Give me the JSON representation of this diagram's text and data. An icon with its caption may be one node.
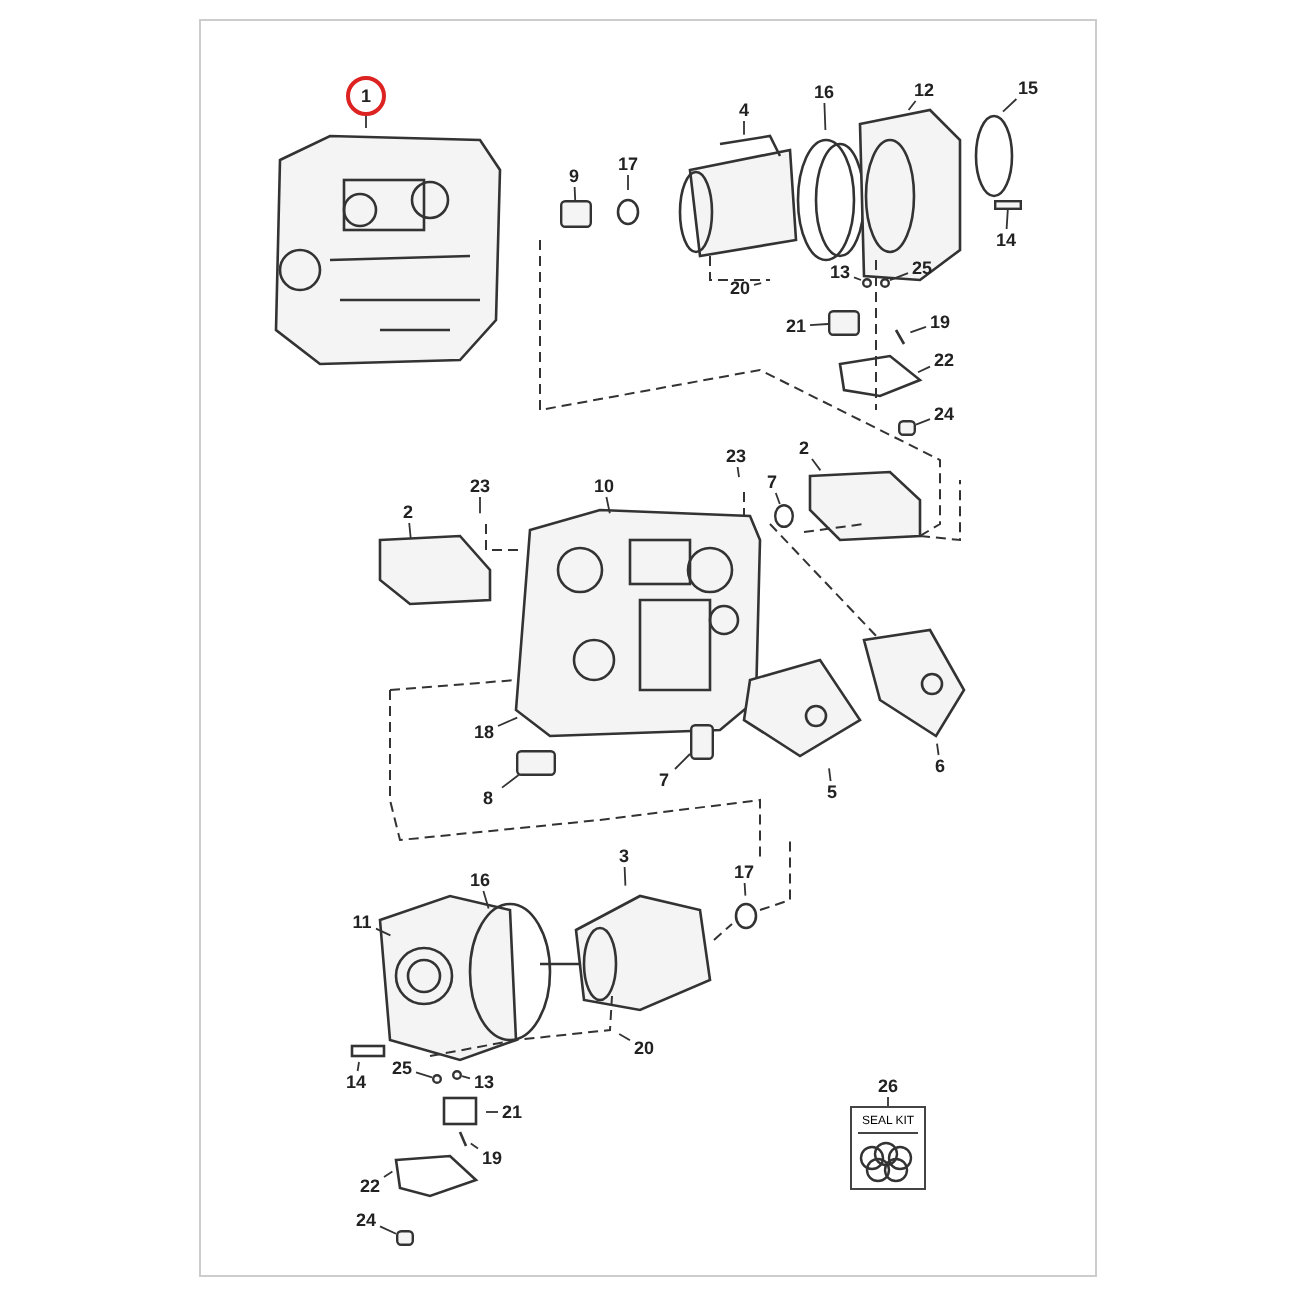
{
  "diagram": {
    "nodes": [
      {
        "text": [
          "1"
        ]
      },
      {
        "text": [
          "16"
        ]
      },
      {
        "text": [
          "12"
        ]
      },
      {
        "text": [
          "15"
        ]
      },
      {
        "text": [
          "4"
        ]
      },
      {
        "text": [
          "9"
        ]
      },
      {
        "text": [
          "17"
        ]
      },
      {
        "text": [
          "14"
        ]
      },
      {
        "text": [
          "13"
        ]
      },
      {
        "text": [
          "25"
        ]
      },
      {
        "text": [
          "20"
        ]
      },
      {
        "text": [
          "21"
        ]
      },
      {
        "text": [
          "19"
        ]
      },
      {
        "text": [
          "22"
        ]
      },
      {
        "text": [
          "24"
        ]
      },
      {
        "text": [
          "23"
        ]
      },
      {
        "text": [
          "10"
        ]
      },
      {
        "text": [
          "23"
        ]
      },
      {
        "text": [
          "2"
        ]
      },
      {
        "text": [
          "7"
        ]
      },
      {
        "text": [
          "2"
        ]
      },
      {
        "text": [
          "18"
        ]
      },
      {
        "text": [
          "7"
        ]
      },
      {
        "text": [
          "8"
        ]
      },
      {
        "text": [
          "5"
        ]
      },
      {
        "text": [
          "6"
        ]
      },
      {
        "text": [
          "3"
        ]
      },
      {
        "text": [
          "16"
        ]
      },
      {
        "text": [
          "17"
        ]
      },
      {
        "text": [
          "11"
        ]
      },
      {
        "text": [
          "20"
        ]
      },
      {
        "text": [
          "14"
        ]
      },
      {
        "text": [
          "25"
        ]
      },
      {
        "text": [
          "13"
        ]
      },
      {
        "text": [
          "21"
        ]
      },
      {
        "text": [
          "19"
        ]
      },
      {
        "text": [
          "22"
        ]
      },
      {
        "text": [
          "24"
        ]
      },
      {
        "text": [
          "26"
        ]
      },
      {
        "text": [
          "SEAL KIT"
        ]
      },
      {
        "text": [],
        "shape": "box"
      },
      {
        "text": [],
        "shape": "bar"
      },
      {
        "text": [],
        "shape": "circle"
      },
      {
        "text": [],
        "shape": "circle"
      },
      {
        "text": [],
        "shape": "box"
      },
      {
        "text": [],
        "shape": "box"
      },
      {
        "text": [],
        "shape": "circle"
      },
      {
        "text": [],
        "shape": "box"
      },
      {
        "text": [],
        "shape": "box"
      },
      {
        "text": [],
        "shape": "circle"
      },
      {
        "text": [],
        "shape": "circle"
      },
      {
        "text": [],
        "shape": "box"
      }
    ],
    "edges": [
      {
        "from": 0,
        "to": null,
        "arrow": "none"
      },
      {
        "from": 1,
        "to": null,
        "arrow": "none"
      },
      {
        "from": 2,
        "to": null,
        "arrow": "none"
      },
      {
        "from": 3,
        "to": null,
        "arrow": "none"
      },
      {
        "from": 4,
        "to": null,
        "arrow": "none"
      },
      {
        "from": 5,
        "to": 40,
        "arrow": "none"
      },
      {
        "from": 6,
        "to": null,
        "arrow": "none"
      },
      {
        "from": 7,
        "to": 41,
        "arrow": "none"
      },
      {
        "from": 8,
        "to": 42,
        "arrow": "none"
      },
      {
        "from": 9,
        "to": 43,
        "arrow": "none"
      },
      {
        "from": 10,
        "to": null,
        "arrow": "none"
      },
      {
        "from": 11,
        "to": 44,
        "arrow": "none"
      },
      {
        "from": 12,
        "to": null,
        "arrow": "none"
      },
      {
        "from": 13,
        "to": null,
        "arrow": "none"
      },
      {
        "from": 14,
        "to": 45,
        "arrow": "none"
      },
      {
        "from": 15,
        "to": null,
        "arrow": "none"
      },
      {
        "from": 16,
        "to": null,
        "arrow": "none"
      },
      {
        "from": 17,
        "to": null,
        "arrow": "none"
      },
      {
        "from": 18,
        "to": null,
        "arrow": "none"
      },
      {
        "from": 19,
        "to": 46,
        "arrow": "none"
      },
      {
        "from": 20,
        "to": null,
        "arrow": "none"
      },
      {
        "from": 21,
        "to": null,
        "arrow": "none"
      },
      {
        "from": 22,
        "to": 47,
        "arrow": "none"
      },
      {
        "from": 23,
        "to": 48,
        "arrow": "none"
      },
      {
        "from": 24,
        "to": null,
        "arrow": "none"
      },
      {
        "from": 25,
        "to": null,
        "arrow": "none"
      },
      {
        "from": 26,
        "to": null,
        "arrow": "none"
      },
      {
        "from": 27,
        "to": null,
        "arrow": "none"
      },
      {
        "from": 28,
        "to": null,
        "arrow": "none"
      },
      {
        "from": 29,
        "to": null,
        "arrow": "none"
      },
      {
        "from": 30,
        "to": null,
        "arrow": "none"
      },
      {
        "from": 31,
        "to": null,
        "arrow": "none"
      },
      {
        "from": 32,
        "to": 49,
        "arrow": "none"
      },
      {
        "from": 33,
        "to": 50,
        "arrow": "none"
      },
      {
        "from": 34,
        "to": null,
        "arrow": "none"
      },
      {
        "from": 35,
        "to": null,
        "arrow": "none"
      },
      {
        "from": 36,
        "to": null,
        "arrow": "none"
      },
      {
        "from": 37,
        "to": 51,
        "arrow": "none"
      },
      {
        "from": 38,
        "to": 39,
        "arrow": "none"
      }
    ]
  }
}
